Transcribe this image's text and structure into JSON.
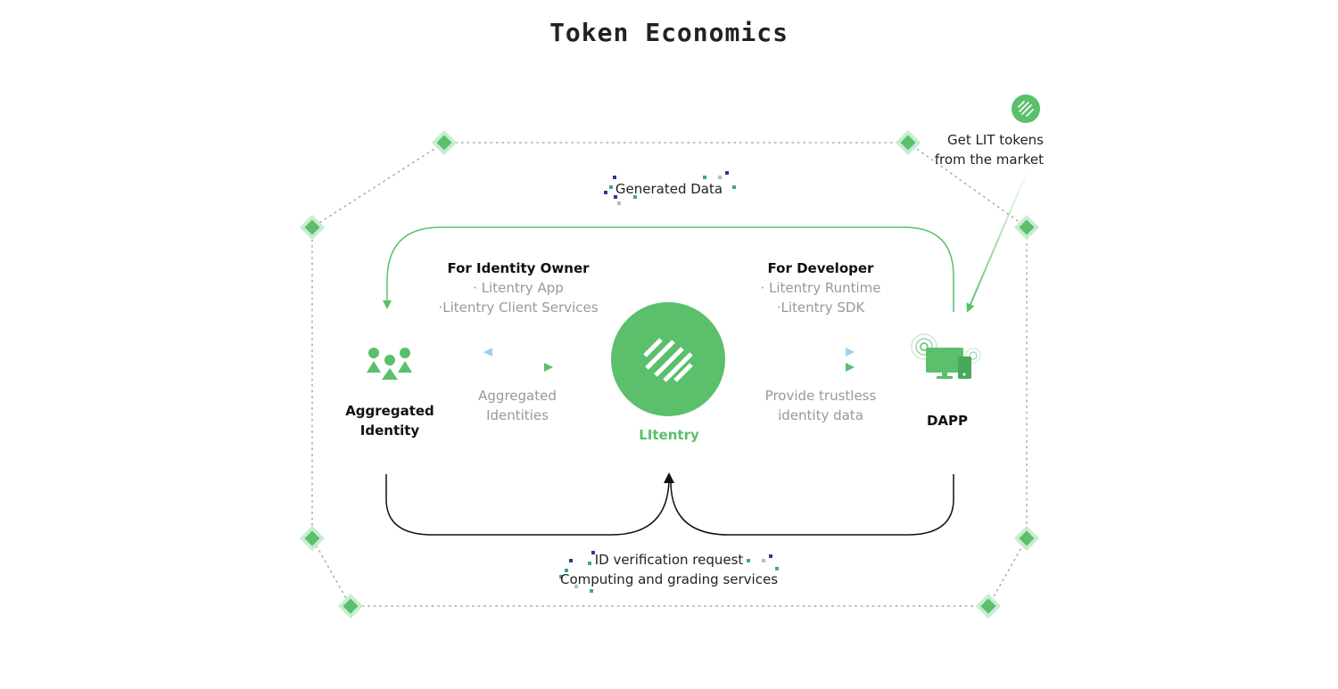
{
  "title": "Token Economics",
  "market": {
    "line1": "Get LIT tokens",
    "line2": "from the market"
  },
  "generated_data": "Generated Data",
  "identity_owner": {
    "heading": "For Identity Owner",
    "item1": "· Litentry App",
    "item2": "·Litentry Client Services"
  },
  "developer": {
    "heading": "For Developer",
    "item1": "· Litentry Runtime",
    "item2": "·Litentry SDK"
  },
  "aggregated_identity": {
    "line1": "Aggregated",
    "line2": "Identity"
  },
  "aggregated_identities": {
    "line1": "Aggregated",
    "line2": "Identities"
  },
  "center_label": "LItentry",
  "provide": {
    "line1": "Provide trustless",
    "line2": "identity data"
  },
  "dapp": "DAPP",
  "bottom": {
    "line1": "ID verification request",
    "line2": "Computing and grading services"
  },
  "colors": {
    "green": "#5bbf6b",
    "light_green": "#c8ecd0",
    "light_blue": "#bfe0f5",
    "dot_gray": "#aaaaaa"
  },
  "icons": [
    "litentry-logo-icon",
    "people-icon",
    "devices-icon",
    "diamond-icon"
  ]
}
